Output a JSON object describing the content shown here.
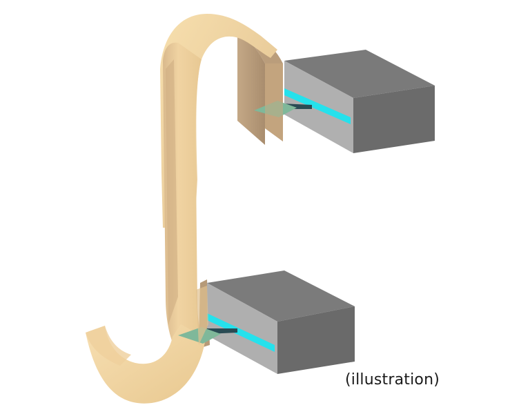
{
  "caption": "(illustration)",
  "colors": {
    "film_light": "#f5d9a2",
    "film_mid": "#e9c58c",
    "film_dark": "#b79b78",
    "block_front": "#adadad",
    "block_right": "#6a6a6a",
    "block_top": "#7b7b7b",
    "slit": "#25e1ec",
    "arrow": "#7fb89a"
  },
  "components": {
    "upper_head": "slot-die-block-upper",
    "lower_head": "slot-die-block-lower",
    "substrate": "flexible-web-film"
  }
}
